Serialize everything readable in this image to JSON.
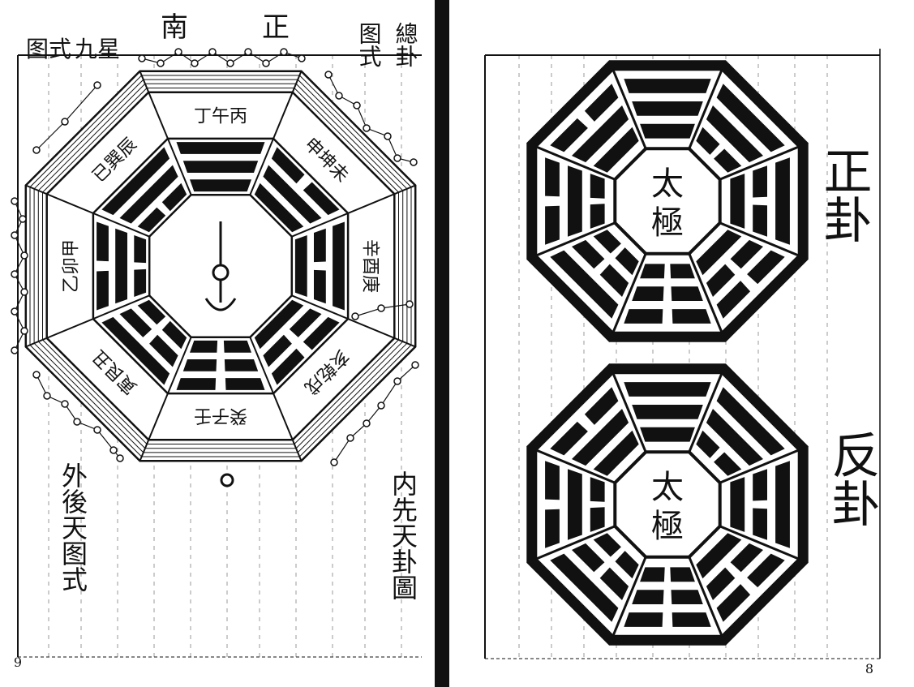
{
  "left_page": {
    "heading": {
      "zheng": "正",
      "nan": "南"
    },
    "label_nine_star": [
      "图式",
      "九星"
    ],
    "label_trigram_style": [
      "图式",
      "總卦"
    ],
    "label_outer": "外後天图式",
    "label_inner": "内先天卦圖",
    "ring_text": {
      "south": "丁午丙",
      "southeast": "已巽辰",
      "east": "乙卯甲",
      "northeast": "寅艮丑",
      "north": "癸子壬",
      "northwest": "亥乾戌",
      "west": "辛酉庚",
      "southwest": "申坤未"
    },
    "page_number": "9"
  },
  "right_page": {
    "top_label": "正卦",
    "bottom_label": "反卦",
    "center_text": [
      "太",
      "極"
    ],
    "page_number": "8"
  },
  "colors": {
    "ink": "#111111",
    "paper": "#ffffff",
    "grid": "#9a9a9a"
  }
}
